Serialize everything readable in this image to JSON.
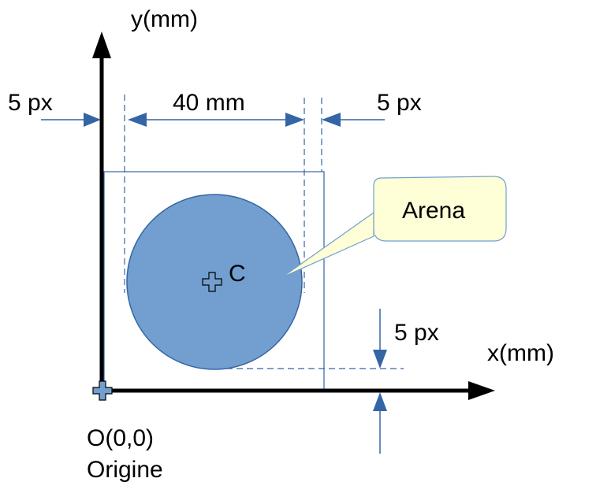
{
  "labels": {
    "y_axis": "y(mm)",
    "x_axis": "x(mm)",
    "margin_left": "5 px",
    "width": "40 mm",
    "margin_right": "5 px",
    "margin_bottom": "5 px",
    "center": "C",
    "callout": "Arena",
    "origin": "O(0,0)",
    "origin_name": "Origine"
  },
  "colors": {
    "circle_fill": "#729fcf",
    "circle_stroke": "#3465a4",
    "dimension_arrow": "#3465a4",
    "callout_fill": "#ffffd7",
    "callout_stroke": "#729fcf",
    "axis": "#000000"
  }
}
